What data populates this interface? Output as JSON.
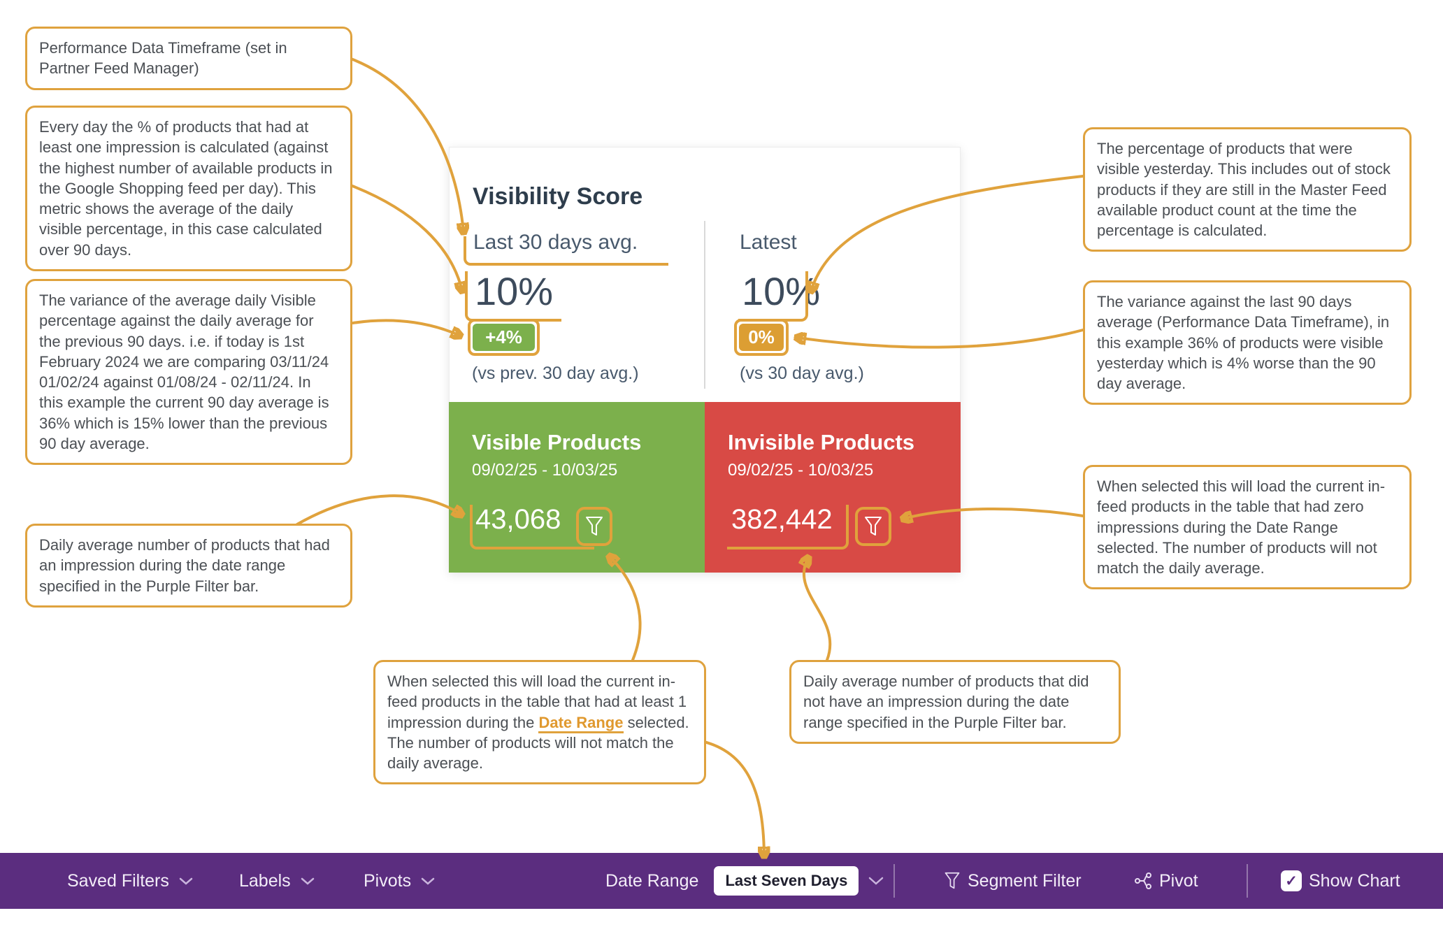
{
  "colors": {
    "annotation_orange": "#e0a23c",
    "purple_bar": "#5b2d7f",
    "visible_green": "#7cb04c",
    "invisible_red": "#d84a45",
    "badge_amber": "#dc9e33",
    "badge_green": "#7cb04c"
  },
  "callouts": {
    "performance_timeframe": "Performance Data Timeframe (set in Partner Feed Manager)",
    "daily_visible_pct": "Every day the % of products that had at least one impression is calculated (against the highest number of available products in the Google Shopping feed per day). This metric shows the average of the daily visible percentage, in this case calculated over 90 days.",
    "variance_prev_90": "The variance of the average daily Visible percentage against the daily average for the previous 90 days. i.e. if today is 1st February 2024 we are comparing 03/11/24 01/02/24 against 01/08/24 - 02/11/24. In this example the current 90 day average is 36% which is 15% lower than the previous 90 day average.",
    "daily_avg_visible": "Daily average number of products that had an impression during the date range specified in the Purple Filter bar.",
    "pct_visible_yesterday": "The percentage of products that were visible yesterday. This includes out of stock products if they are still in the Master Feed available product count at the time the percentage is calculated.",
    "variance_90_latest": "The variance against the last 90 days average (Performance Data Timeframe), in this example 36% of products were visible yesterday which is 4% worse than the 90 day average.",
    "invisible_filter": "When selected this will load the current in-feed products in the table that had zero impressions during the Date Range selected. The number of products will not match the daily average.",
    "visible_filter_pre": "When selected this will load the current in-feed products in the table that had at least 1 impression during the ",
    "visible_filter_link": "Date Range",
    "visible_filter_post": " selected. The number of products will not match the daily average.",
    "daily_avg_invisible": "Daily average number of products that did not have an impression during the date range specified in the Purple Filter bar."
  },
  "widget": {
    "title": "Visibility Score",
    "left_column": {
      "label": "Last 30 days avg.",
      "value": "10%",
      "badge": "+4%",
      "caption": "(vs prev. 30 day avg.)"
    },
    "right_column": {
      "label": "Latest",
      "value": "10%",
      "badge": "0%",
      "caption": "(vs 30 day avg.)"
    },
    "visible_panel": {
      "title": "Visible Products",
      "date_range": "09/02/25 - 10/03/25",
      "count": "43,068"
    },
    "invisible_panel": {
      "title": "Invisible Products",
      "date_range": "09/02/25 - 10/03/25",
      "count": "382,442"
    }
  },
  "filter_bar": {
    "saved_filters": "Saved Filters",
    "labels": "Labels",
    "pivots": "Pivots",
    "date_range_label": "Date Range",
    "date_range_value": "Last Seven Days",
    "segment_filter": "Segment Filter",
    "pivot": "Pivot",
    "show_chart": "Show Chart",
    "show_chart_checked": true
  },
  "icons": {
    "check": "✓",
    "funnel": "funnel-icon",
    "chevron_down": "chevron-down-icon",
    "pivot_branch": "pivot-branch-icon"
  }
}
